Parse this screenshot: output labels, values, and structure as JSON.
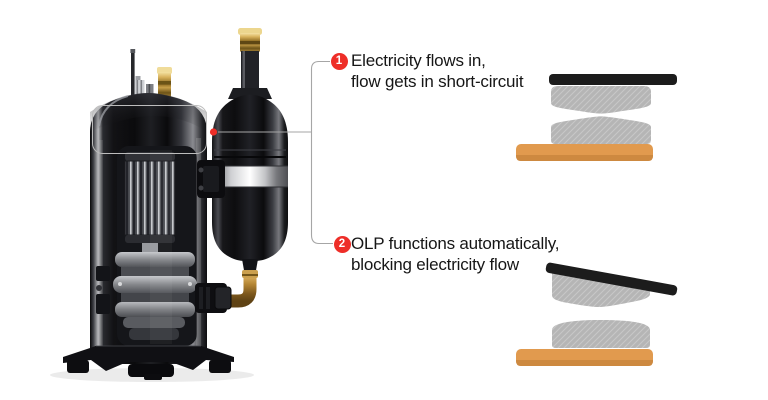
{
  "colors": {
    "background": "#ffffff",
    "accent_red": "#ee2e28",
    "text": "#161616",
    "line_gray": "#a6a6a6",
    "box_gray": "#bdbdbd",
    "disc_gray": "#b5b5b5",
    "bar_black": "#1c1c1c",
    "base_orange": "#e19a4e",
    "base_orange_dark": "#cd8940"
  },
  "annotations": [
    {
      "number": "1",
      "line1": "Electricity flows in,",
      "line2": "flow gets in short-circuit"
    },
    {
      "number": "2",
      "line1": "OLP functions automatically,",
      "line2": "blocking electricity flow"
    }
  ],
  "illustration": {
    "subject": "rotary compressor with accumulator, cutaway render",
    "highlight": "upper shell section marked with callout box and red point"
  },
  "diagrams": [
    {
      "id": "olp-contacts-closed",
      "state": "bimetal discs touching - current flows"
    },
    {
      "id": "olp-contacts-open",
      "state": "top disc tilted open - current blocked"
    }
  ]
}
